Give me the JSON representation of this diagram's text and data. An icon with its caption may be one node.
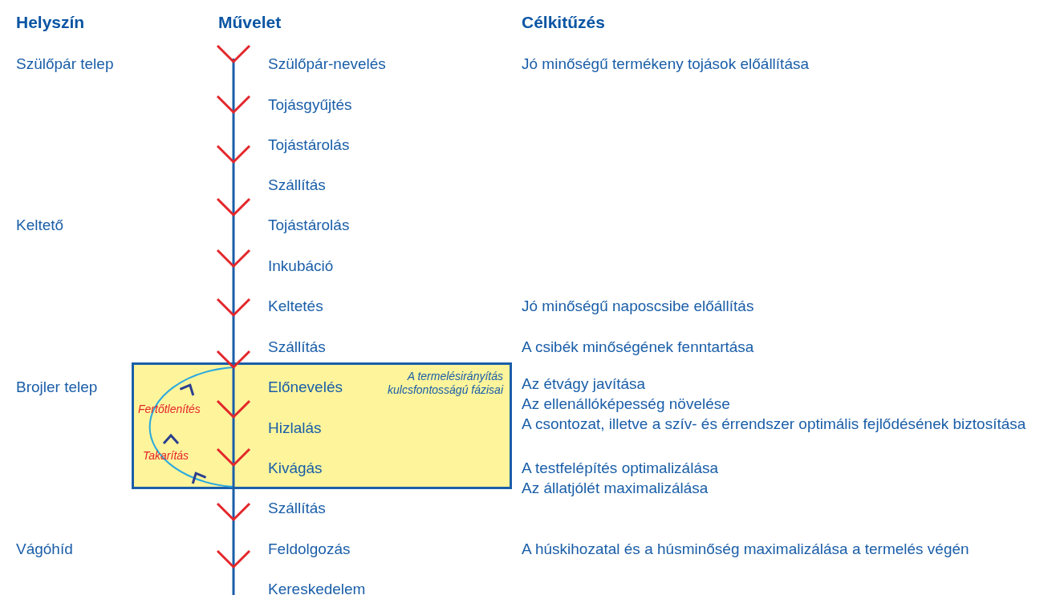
{
  "diagram": {
    "nodes": [
      {
        "text": [
          "A termelésirányítás kulcsfontosságú fázisai"
        ]
      }
    ],
    "labels": [
      "Helyszín",
      "Művelet",
      "Célkitűzés",
      "Szülőpár telep",
      "Szülőpár-nevelés",
      "Jó minőségű termékeny tojások előállítása",
      "Tojásgyűjtés",
      "Tojástárolás",
      "Szállítás",
      "Keltető",
      "Tojástárolás",
      "Inkubáció",
      "Keltetés",
      "Jó minőségű naposcsibe előállítás",
      "Szállítás",
      "A csibék minőségének fenntartása",
      "Brojler telep",
      "Előnevelés",
      "Az étvágy javítása",
      "Fertőtlenítés",
      "Az ellenállóképesség növelése",
      "Hizlalás",
      "A csontozat, illetve a szív- és érrendszer optimális fejlődésének biztosítása",
      "Takarítás",
      "Kivágás",
      "A testfelépítés optimalizálása",
      "Az állatjólét maximalizálása",
      "Szállítás",
      "Vágóhíd",
      "Feldolgozás",
      "A húskihozatal és a húsminőség maximalizálása a termelés végén",
      "Kereskedelem"
    ]
  }
}
